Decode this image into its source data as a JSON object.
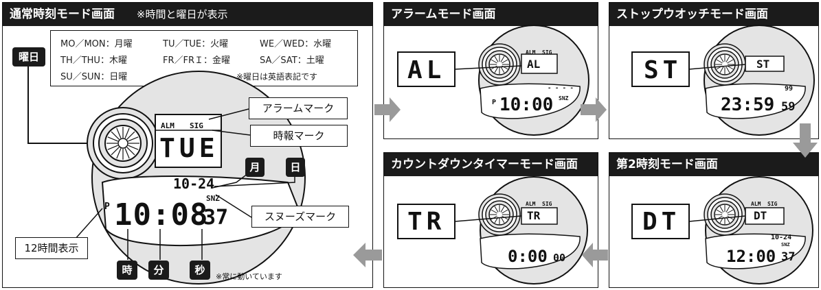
{
  "main_panel": {
    "title": "通常時刻モード画面",
    "subtitle": "※時間と曜日が表示",
    "weekday_tag": "曜日",
    "weekdays": [
      "MO／MON：月曜",
      "TU／TUE：火曜",
      "WE／WED：水曜",
      "TH／THU：木曜",
      "FR／FRＩ：金曜",
      "SA／SAT：土曜",
      "SU／SUN：日曜"
    ],
    "weekday_note": "※曜日は英語表記です",
    "callouts": {
      "alarm_mark": "アラームマーク",
      "time_signal_mark": "時報マーク",
      "snooze_mark": "スヌーズマーク",
      "twelve_hour": "12時間表示"
    },
    "date_tags": {
      "month": "月",
      "day": "日"
    },
    "time_tags": {
      "hour": "時",
      "minute": "分",
      "second": "秒"
    },
    "seconds_note": "※常に動いています",
    "display": {
      "alm": "ALM",
      "sig": "SIG",
      "day": "TUE",
      "date": "10-24",
      "snz": "SNZ",
      "pm": "P",
      "time": "10:08",
      "seconds": "37"
    }
  },
  "modes": [
    {
      "title": "アラームモード画面",
      "top": "AL",
      "big": "AL",
      "bottom": "10:00",
      "pm": "P",
      "snz": "SNZ",
      "dashes": "- - - -"
    },
    {
      "title": "ストップウオッチモード画面",
      "top": "ST",
      "big": "ST",
      "bottom": "23:59",
      "seconds": "59",
      "extra": "99"
    },
    {
      "title": "カウントダウンタイマーモード画面",
      "top": "TR",
      "big": "TR",
      "bottom": "0:00",
      "seconds": "00"
    },
    {
      "title": "第2時刻モード画面",
      "top": "DT",
      "big": "DT",
      "bottom": "12:00",
      "seconds": "37",
      "date": "10-24",
      "snz": "SNZ"
    }
  ],
  "small_labels": {
    "alm": "ALM",
    "sig": "SIG"
  }
}
